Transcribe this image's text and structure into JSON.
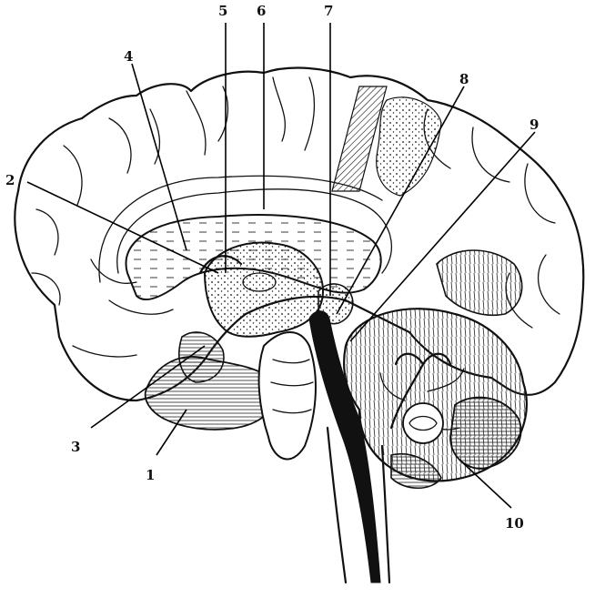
{
  "labels": [
    {
      "id": "1",
      "text": "1"
    },
    {
      "id": "2",
      "text": "2"
    },
    {
      "id": "3",
      "text": "3"
    },
    {
      "id": "4",
      "text": "4"
    },
    {
      "id": "5",
      "text": "5"
    },
    {
      "id": "6",
      "text": "6"
    },
    {
      "id": "7",
      "text": "7"
    },
    {
      "id": "8",
      "text": "8"
    },
    {
      "id": "9",
      "text": "9"
    },
    {
      "id": "10",
      "text": "10"
    }
  ],
  "colors": {
    "ink": "#111111",
    "paper": "#ffffff"
  }
}
